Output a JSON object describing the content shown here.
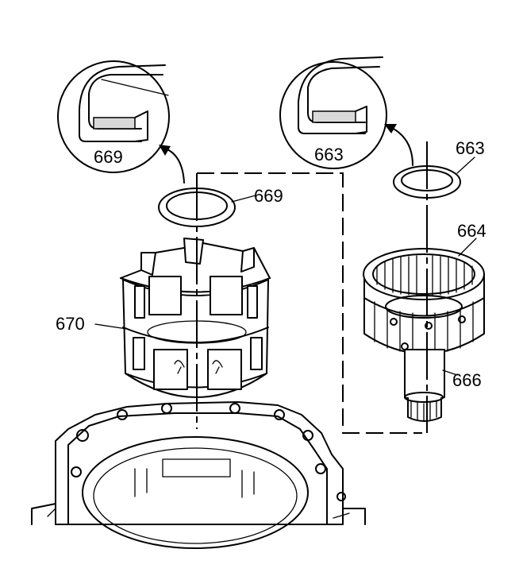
{
  "callouts": {
    "detail_left": "669",
    "detail_right": "663",
    "washer_669": "669",
    "washer_663": "663",
    "drum_664": "664",
    "housing_670": "670",
    "shaft_666": "666"
  }
}
